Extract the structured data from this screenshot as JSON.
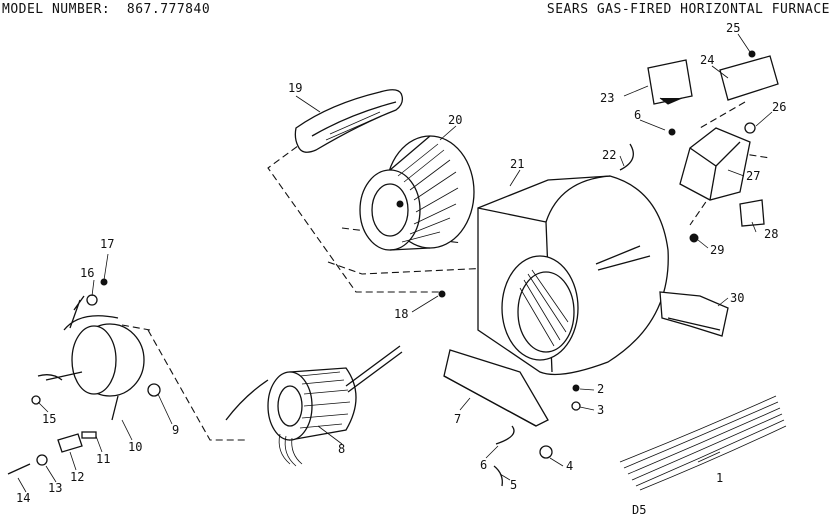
{
  "header": {
    "model_number": "MODEL NUMBER:  867.777840",
    "title": "SEARS GAS-FIRED HORIZONTAL FURNACE"
  },
  "diagram_code": "D5",
  "parts": [
    {
      "id": "part-1",
      "label": "1"
    },
    {
      "id": "part-2",
      "label": "2"
    },
    {
      "id": "part-3",
      "label": "3"
    },
    {
      "id": "part-4",
      "label": "4"
    },
    {
      "id": "part-5",
      "label": "5"
    },
    {
      "id": "part-6a",
      "label": "6"
    },
    {
      "id": "part-6b",
      "label": "6"
    },
    {
      "id": "part-7",
      "label": "7"
    },
    {
      "id": "part-8",
      "label": "8"
    },
    {
      "id": "part-9",
      "label": "9"
    },
    {
      "id": "part-10",
      "label": "10"
    },
    {
      "id": "part-11",
      "label": "11"
    },
    {
      "id": "part-12",
      "label": "12"
    },
    {
      "id": "part-13",
      "label": "13"
    },
    {
      "id": "part-14",
      "label": "14"
    },
    {
      "id": "part-15",
      "label": "15"
    },
    {
      "id": "part-16",
      "label": "16"
    },
    {
      "id": "part-17",
      "label": "17"
    },
    {
      "id": "part-18",
      "label": "18"
    },
    {
      "id": "part-19",
      "label": "19"
    },
    {
      "id": "part-20",
      "label": "20"
    },
    {
      "id": "part-21",
      "label": "21"
    },
    {
      "id": "part-22",
      "label": "22"
    },
    {
      "id": "part-23",
      "label": "23"
    },
    {
      "id": "part-24",
      "label": "24"
    },
    {
      "id": "part-25",
      "label": "25"
    },
    {
      "id": "part-26",
      "label": "26"
    },
    {
      "id": "part-27",
      "label": "27"
    },
    {
      "id": "part-28",
      "label": "28"
    },
    {
      "id": "part-29",
      "label": "29"
    },
    {
      "id": "part-30",
      "label": "30"
    }
  ]
}
